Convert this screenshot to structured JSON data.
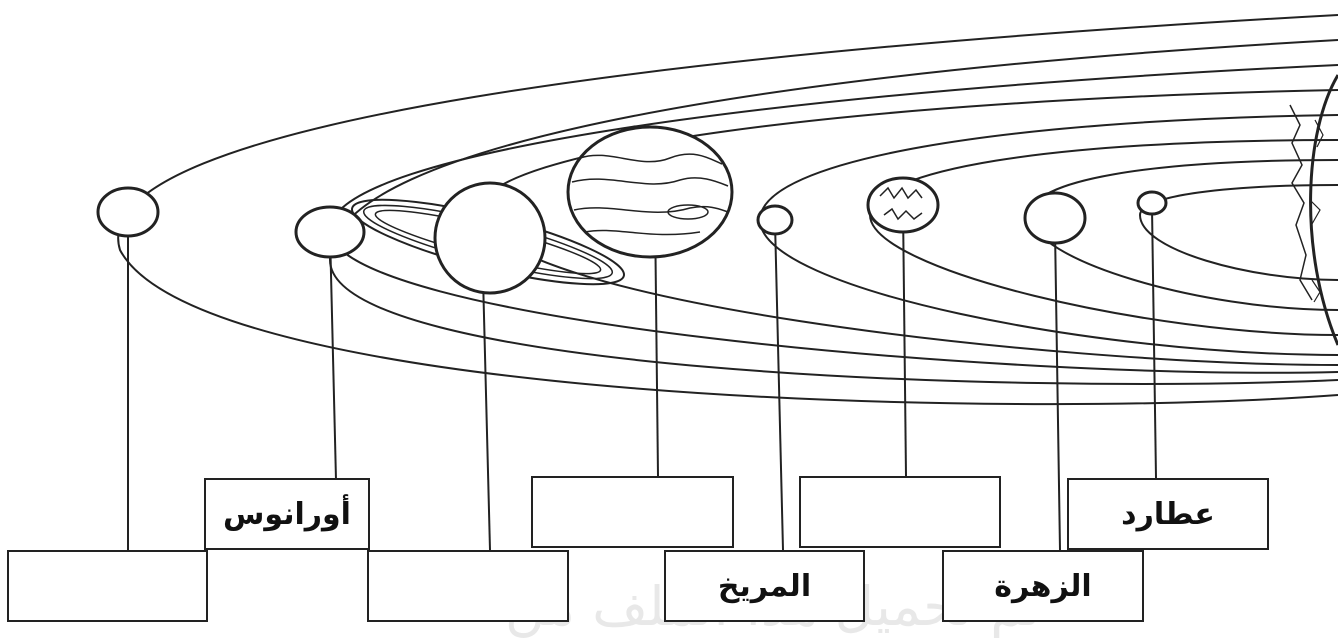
{
  "labels": {
    "mercury": "عطارد",
    "venus": "الزهرة",
    "earth": "",
    "mars": "المريخ",
    "jupiter": "",
    "saturn": "",
    "uranus": "أورانوس",
    "neptune": ""
  },
  "watermark": "تم تحميل هذا الملف من"
}
